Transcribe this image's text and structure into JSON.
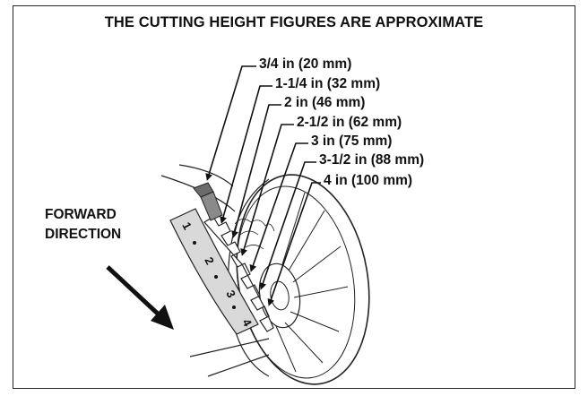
{
  "title": "THE CUTTING HEIGHT FIGURES ARE APPROXIMATE",
  "heights": [
    {
      "label": "3/4 in (20 mm)"
    },
    {
      "label": "1-1/4 in (32 mm)"
    },
    {
      "label": "2 in (46 mm)"
    },
    {
      "label": "2-1/2 in (62 mm)"
    },
    {
      "label": "3 in (75 mm)"
    },
    {
      "label": "3-1/2 in (88 mm)"
    },
    {
      "label": "4 in (100 mm)"
    }
  ],
  "direction": {
    "line1": "FORWARD",
    "line2": "DIRECTION"
  },
  "scale_numbers": [
    "1",
    "2",
    "3",
    "4"
  ],
  "icons": {
    "lever": "height-adjust-lever-icon",
    "arrow": "forward-arrow-icon",
    "wheel": "wheel-icon"
  }
}
